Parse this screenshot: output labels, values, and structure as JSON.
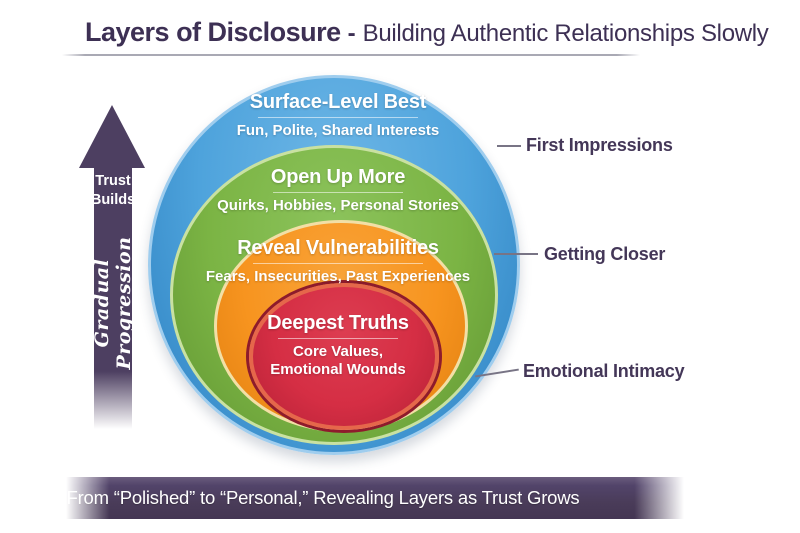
{
  "header": {
    "title_bold": "Layers of Disclosure",
    "title_sep": "-",
    "title_rest": "Building Authentic Relationships Slowly"
  },
  "progression_arrow": {
    "top_line1": "Trust",
    "top_line2": "Builds",
    "shaft_label": "Gradual Progression"
  },
  "layers": [
    {
      "name": "surface-level-best",
      "title": "Surface-Level Best",
      "detail": "Fun, Polite, Shared Interests",
      "color": "#4ea3dc",
      "rim_color": "#9fcdee"
    },
    {
      "name": "open-up-more",
      "title": "Open Up More",
      "detail": "Quirks, Hobbies, Personal Stories",
      "color": "#7bb444",
      "rim_color": "#c9e1a2"
    },
    {
      "name": "reveal-vulnerabilities",
      "title": "Reveal Vulnerabilities",
      "detail": "Fears, Insecurities, Past Experiences",
      "color": "#f7941f",
      "rim_color": "#f2dfa6"
    },
    {
      "name": "deepest-truths",
      "title": "Deepest Truths",
      "detail_line1": "Core Values,",
      "detail_line2": "Emotional Wounds",
      "color": "#d52e44",
      "rim_color": "#e5674b",
      "outer_ring_color": "#8e1b2c"
    }
  ],
  "callouts": [
    {
      "label": "First Impressions"
    },
    {
      "label": "Getting Closer"
    },
    {
      "label": "Emotional Intimacy"
    }
  ],
  "footer": {
    "banner_text": "From “Polished” to “Personal,” Revealing Layers as Trust Grows"
  },
  "palette": {
    "title_purple": "#3d3054",
    "arrow_purple": "#4d3f61",
    "banner_purple": "#4a3c59",
    "callout_label_purple": "#443758",
    "callout_line_gray": "#787485",
    "background": "#ffffff"
  }
}
